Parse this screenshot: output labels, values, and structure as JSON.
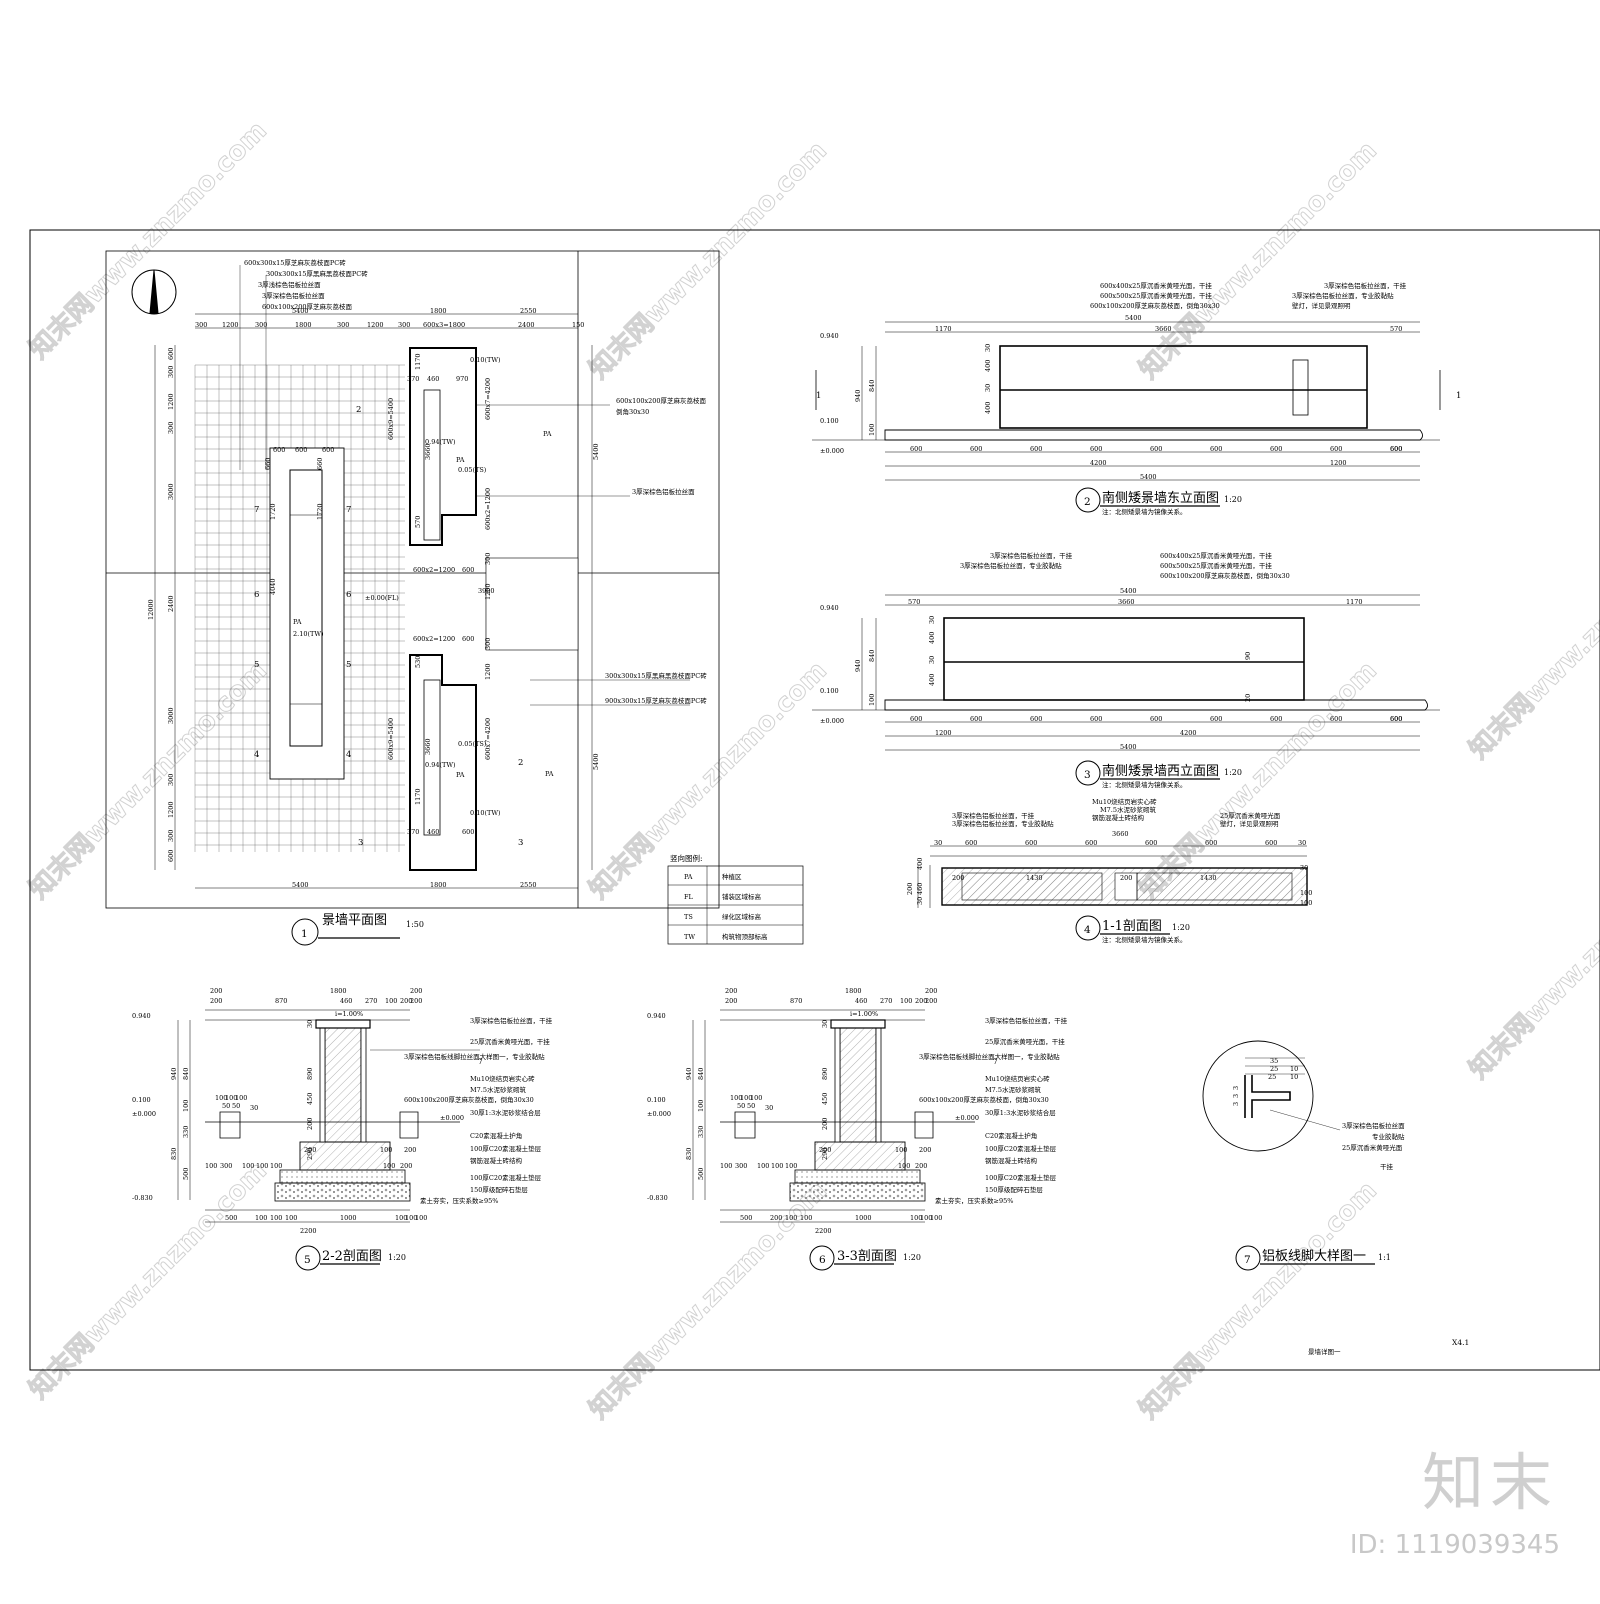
{
  "plan": {
    "title": "景墙平面图",
    "scale": "1:50",
    "num": "1",
    "notes": [
      "600x300x15厚芝麻灰荔枝面PC砖",
      "300x300x15厚黑麻黑荔枝面PC砖",
      "3厚浅棕色铝板拉丝面",
      "3厚深棕色铝板拉丝面",
      "600x100x200厚芝麻灰荔枝面",
      "倒角30x30",
      "3厚深棕色铝板拉丝面",
      "300x300x15厚黑麻黑荔枝面PC砖",
      "900x300x15厚芝麻灰荔枝面PC砖"
    ],
    "dims_top": [
      "5400",
      "1800",
      "2550"
    ],
    "dims_top2": [
      "300",
      "1200",
      "300",
      "1800",
      "300",
      "1200",
      "300",
      "600x3=1800",
      "2400",
      "150"
    ],
    "dims_bottom": [
      "5400",
      "1800",
      "2550"
    ],
    "dims_left": [
      "600",
      "300",
      "1200",
      "300",
      "3000",
      "2400",
      "3000",
      "300",
      "1200",
      "300",
      "600"
    ],
    "left_total": "12000",
    "dims_right": [
      "5400",
      "5400"
    ],
    "labels": [
      "PA",
      "PA",
      "PA",
      "PA",
      "PA"
    ],
    "levels": [
      "0.10(TW)",
      "0.94(TW)",
      "0.05(TS)",
      "2.10(TW)",
      "±0.00(FL)",
      "0.94(TW)",
      "0.05(TS)",
      "0.10(TW)"
    ],
    "inner_dims": [
      "370",
      "460",
      "970",
      "600x2=1200",
      "600",
      "3900",
      "600x2=1200",
      "600",
      "370",
      "460",
      "600",
      "600",
      "600",
      "600",
      "660",
      "660",
      "1720",
      "1720",
      "4040",
      "3660",
      "3660",
      "1170",
      "1170",
      "570",
      "530",
      "600x9=5400",
      "600x7=4200",
      "600x2=1200",
      "600x9=5400",
      "600x7=4200",
      "1200",
      "1200",
      "300",
      "300"
    ],
    "section_marks": [
      "7",
      "7",
      "6",
      "6",
      "5",
      "5",
      "4",
      "4",
      "3",
      "3",
      "2",
      "2"
    ],
    "legend_title": "竖向图例:",
    "legend": [
      {
        "code": "PA",
        "desc": "种植区"
      },
      {
        "code": "FL",
        "desc": "铺装区域标高"
      },
      {
        "code": "TS",
        "desc": "绿化区域标高"
      },
      {
        "code": "TW",
        "desc": "构筑物顶部标高"
      }
    ]
  },
  "east_elev": {
    "title": "南侧矮景墙东立面图",
    "scale": "1:20",
    "num": "2",
    "note": "注：北侧矮景墙为镜像关系。",
    "callouts": [
      "600x400x25厚沉香米黄哑光面，干挂",
      "600x500x25厚沉香米黄哑光面，干挂",
      "600x100x200厚芝麻灰荔枝面，倒角30x30",
      "3厚深棕色铝板拉丝面，干挂",
      "3厚深棕色铝板拉丝面，专业胶黏贴",
      "壁灯，详见景观照明"
    ],
    "dims_top": [
      "5400",
      "1170",
      "3660",
      "570"
    ],
    "dims_bottom": [
      "600",
      "600",
      "600",
      "600",
      "600",
      "600",
      "600",
      "600",
      "600",
      "600",
      "4200",
      "1200",
      "5400"
    ],
    "levels": [
      "0.940",
      "0.100",
      "±0.000"
    ],
    "vert": [
      "30",
      "400",
      "30",
      "400",
      "940",
      "840",
      "100"
    ],
    "cut": "1"
  },
  "west_elev": {
    "title": "南侧矮景墙西立面图",
    "scale": "1:20",
    "num": "3",
    "note": "注：北侧矮景墙为镜像关系。",
    "callouts": [
      "3厚深棕色铝板拉丝面，干挂",
      "3厚深棕色铝板拉丝面，专业胶黏贴",
      "600x400x25厚沉香米黄哑光面，干挂",
      "600x500x25厚沉香米黄哑光面，干挂",
      "600x100x200厚芝麻灰荔枝面，倒角30x30"
    ],
    "dims_top": [
      "5400",
      "570",
      "3660",
      "1170"
    ],
    "dims_bottom": [
      "600",
      "600",
      "600",
      "600",
      "600",
      "600",
      "600",
      "600",
      "600",
      "600",
      "1200",
      "4200",
      "5400"
    ],
    "levels": [
      "0.940",
      "0.100",
      "±0.000"
    ],
    "vert": [
      "30",
      "400",
      "30",
      "400",
      "940",
      "840",
      "100",
      "90",
      "20"
    ]
  },
  "sec11": {
    "title": "1-1剖面图",
    "scale": "1:20",
    "num": "4",
    "note": "注：北侧矮景墙为镜像关系。",
    "callouts": [
      "3厚深棕色铝板拉丝面，干挂",
      "3厚深棕色铝板拉丝面，专业胶黏贴",
      "Mu10烧结页岩实心砖",
      "M7.5水泥砂浆砌筑",
      "钢筋混凝土砖结构",
      "25厚沉香米黄哑光面",
      "壁灯，详见景观照明"
    ],
    "dims": [
      "30",
      "600",
      "600",
      "600",
      "600",
      "600",
      "600",
      "30",
      "3660",
      "200",
      "1430",
      "200",
      "1430",
      "200",
      "460",
      "400",
      "30",
      "30",
      "100",
      "100"
    ]
  },
  "sec22": {
    "title": "2-2剖面图",
    "scale": "1:20",
    "num": "5",
    "top_dims": [
      "200",
      "1800",
      "200",
      "200",
      "200",
      "870",
      "460",
      "270",
      "100",
      "200"
    ],
    "bottom_dims": [
      "500",
      "100",
      "100",
      "100",
      "1000",
      "100",
      "100",
      "100",
      "2200"
    ],
    "levels": [
      "0.940",
      "0.100",
      "±0.000",
      "-0.830",
      "±0.000"
    ],
    "vert": [
      "940",
      "840",
      "100",
      "330",
      "830",
      "500",
      "30",
      "890",
      "450",
      "200",
      "290"
    ],
    "slope": "i=1.00%",
    "small": [
      "100",
      "100",
      "100",
      "50",
      "50",
      "30",
      "100",
      "300",
      "100",
      "100",
      "100",
      "100",
      "200",
      "100",
      "200",
      "200"
    ],
    "detail_ref": "7",
    "callouts": [
      "3厚深棕色铝板拉丝面，干挂",
      "25厚沉香米黄哑光面，干挂",
      "3厚深棕色铝板线脚拉丝面大样图一，专业胶黏贴",
      "Mu10烧结页岩实心砖",
      "M7.5水泥砂浆砌筑",
      "600x100x200厚芝麻灰荔枝面，倒角30x30",
      "30厚1:3水泥砂浆结合层",
      "C20素混凝土护角",
      "100厚C20素混凝土垫层",
      "钢筋混凝土砖结构",
      "100厚C20素混凝土垫层",
      "150厚级配碎石垫层",
      "素土夯实，压实系数≥95%"
    ]
  },
  "sec33": {
    "title": "3-3剖面图",
    "scale": "1:20",
    "num": "6",
    "top_dims": [
      "200",
      "1800",
      "200",
      "200",
      "200",
      "870",
      "460",
      "270",
      "100",
      "200"
    ],
    "bottom_dims": [
      "500",
      "200",
      "100",
      "100",
      "1000",
      "100",
      "100",
      "100",
      "2200"
    ],
    "levels": [
      "0.940",
      "0.100",
      "±0.000",
      "-0.830",
      "±0.000"
    ],
    "vert": [
      "940",
      "840",
      "100",
      "330",
      "830",
      "500",
      "30",
      "890",
      "450",
      "200",
      "290"
    ],
    "slope": "i=1.00%",
    "small": [
      "100",
      "100",
      "100",
      "50",
      "50",
      "30",
      "100",
      "300",
      "100",
      "100",
      "100",
      "100",
      "200",
      "100",
      "200",
      "200"
    ],
    "detail_ref": "7",
    "callouts": [
      "3厚深棕色铝板拉丝面，干挂",
      "25厚沉香米黄哑光面，干挂",
      "3厚深棕色铝板线脚拉丝面大样图一，专业胶黏贴",
      "Mu10烧结页岩实心砖",
      "M7.5水泥砂浆砌筑",
      "600x100x200厚芝麻灰荔枝面，倒角30x30",
      "30厚1:3水泥砂浆结合层",
      "C20素混凝土护角",
      "100厚C20素混凝土垫层",
      "钢筋混凝土砖结构",
      "100厚C20素混凝土垫层",
      "150厚级配碎石垫层",
      "素土夯实，压实系数≥95%"
    ]
  },
  "detail7": {
    "title": "铝板线脚大样图一",
    "scale": "1:1",
    "num": "7",
    "dims": [
      "35",
      "25",
      "10",
      "25",
      "10",
      "3",
      "3",
      "3"
    ],
    "callouts": [
      "3厚深棕色铝板拉丝面",
      "专业胶黏贴",
      "25厚沉香米黄哑光面",
      "干挂"
    ]
  },
  "sheet": {
    "sheet_no": "X4.1",
    "sheet_name": "景墙详图一",
    "brand": "知末",
    "image_id": "ID: 1119039345",
    "watermark": "知末网www.znzmo.com"
  }
}
